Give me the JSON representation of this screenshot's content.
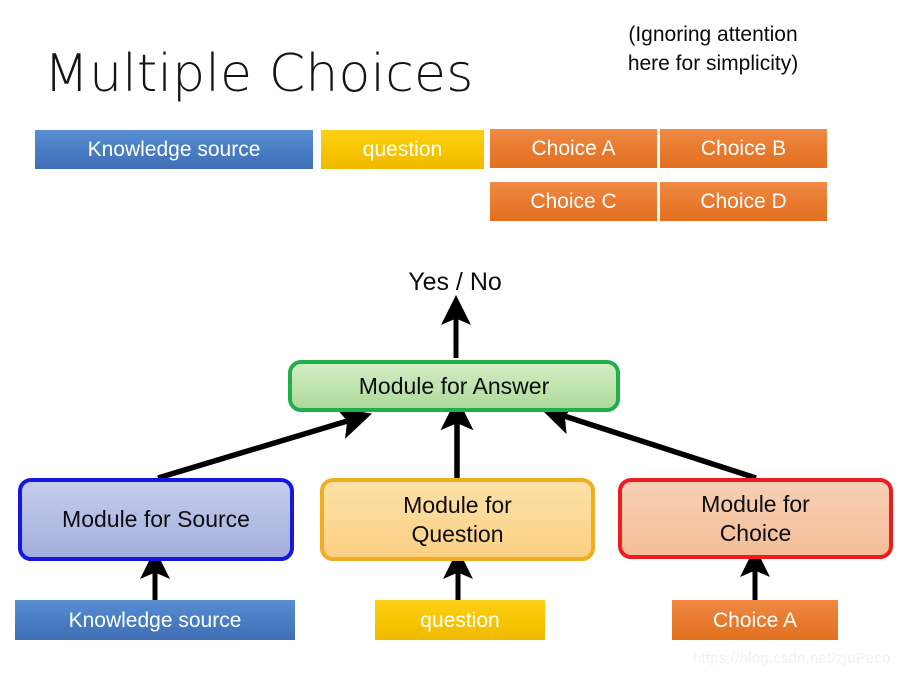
{
  "slide": {
    "title": "Multiple Choices",
    "note_line1": "(Ignoring attention",
    "note_line2": "here for simplicity)",
    "watermark": "https://blog.csdn.net/zjuPeco",
    "background": "#ffffff"
  },
  "legend": {
    "knowledge_source": "Knowledge source",
    "question": "question",
    "choice_a": "Choice A",
    "choice_b": "Choice B",
    "choice_c": "Choice C",
    "choice_d": "Choice D"
  },
  "diagram": {
    "output_label": "Yes / No",
    "module_answer": "Module for Answer",
    "module_source": "Module for Source",
    "module_question_line1": "Module for",
    "module_question_line2": "Question",
    "module_choice_line1": "Module for",
    "module_choice_line2": "Choice",
    "input_knowledge_source": "Knowledge source",
    "input_question": "question",
    "input_choice_a": "Choice A"
  },
  "colors": {
    "blue_chip": "#4a7ec4",
    "yellow_chip": "#f7c600",
    "orange_chip": "#e97b30",
    "green_border": "#1faf4b",
    "green_fill": "#bfe3ad",
    "blue_border": "#1616e0",
    "blue_fill": "#b2bce4",
    "amber_border": "#f0ad1f",
    "amber_fill": "#fcd894",
    "red_border": "#ee1b21",
    "red_fill": "#f5c5a5",
    "arrow": "#000000",
    "text": "#0d0d0d",
    "watermark": "#f1f1f1"
  }
}
